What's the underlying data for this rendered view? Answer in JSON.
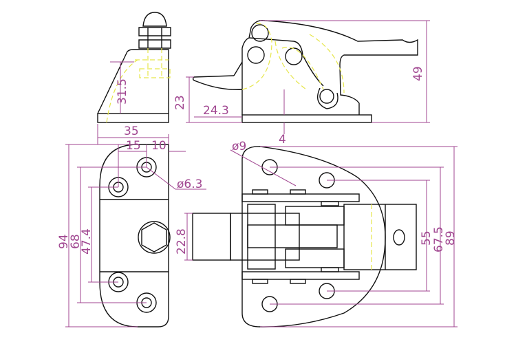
{
  "colors": {
    "outline": "#111111",
    "dimension": "#a04690",
    "hidden": "#e6e64a"
  },
  "dimensions": {
    "side_height": "31.5",
    "jaw_height": "23",
    "jaw_offset": "24.3",
    "base_thickness": "4",
    "total_height": "49",
    "plate_width": "35",
    "hole_offset_a": "15",
    "hole_offset_b": "10",
    "hole_dia_small": "ø6.3",
    "plate_length": "94",
    "hole_pitch_outer": "68",
    "hole_pitch_inner": "47.4",
    "rod_dia": "22.8",
    "hole_dia_large": "ø9",
    "base_pitch_inner": "55",
    "base_pitch_outer": "67.5",
    "base_length": "89"
  }
}
